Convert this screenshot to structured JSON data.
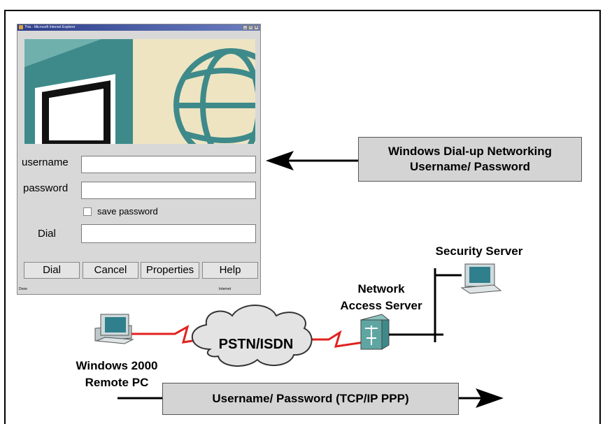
{
  "dialog": {
    "title": "This - Microsoft Internet Explorer",
    "title_buttons": [
      "_",
      "□",
      "x"
    ],
    "username_label": "username",
    "password_label": "password",
    "save_password_label": "save password",
    "dial_label": "Dial",
    "buttons": [
      "Dial",
      "Cancel",
      "Properties",
      "Help"
    ],
    "status_left": "Done",
    "status_right": "Internet"
  },
  "callouts": {
    "top": [
      "Windows Dial-up Networking",
      "Username/ Password"
    ],
    "bottom": "Username/ Password (TCP/IP PPP)"
  },
  "diagram": {
    "security_server": "Security Server",
    "nas": [
      "Network",
      "Access Server"
    ],
    "cloud": "PSTN/ISDN",
    "remote_pc": [
      "Windows 2000",
      "Remote PC"
    ]
  },
  "colors": {
    "banner_bg": "#eee4c2",
    "teal": "#3e8a8a",
    "link_red": "#e0221e",
    "callout_bg": "#d4d4d4"
  }
}
